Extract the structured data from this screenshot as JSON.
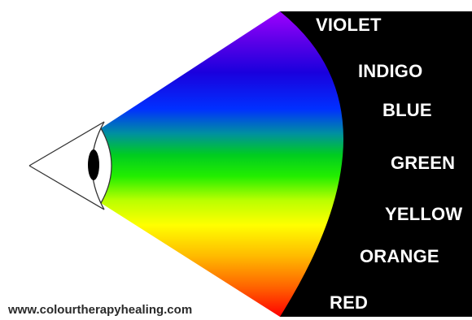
{
  "diagram": {
    "colors": [
      {
        "name": "violet",
        "label": "VIOLET",
        "hex": "#9900ff"
      },
      {
        "name": "indigo",
        "label": "INDIGO",
        "hex": "#2a00d8"
      },
      {
        "name": "blue",
        "label": "BLUE",
        "hex": "#0033ff"
      },
      {
        "name": "green",
        "label": "GREEN",
        "hex": "#00dd00"
      },
      {
        "name": "yellow",
        "label": "YELLOW",
        "hex": "#ffff00"
      },
      {
        "name": "orange",
        "label": "ORANGE",
        "hex": "#ff8800"
      },
      {
        "name": "red",
        "label": "RED",
        "hex": "#ff0000"
      }
    ],
    "panel_color": "#000000",
    "eye_icon": "eye-icon"
  },
  "footer": {
    "website": "www.colourtherapyhealing.com"
  }
}
